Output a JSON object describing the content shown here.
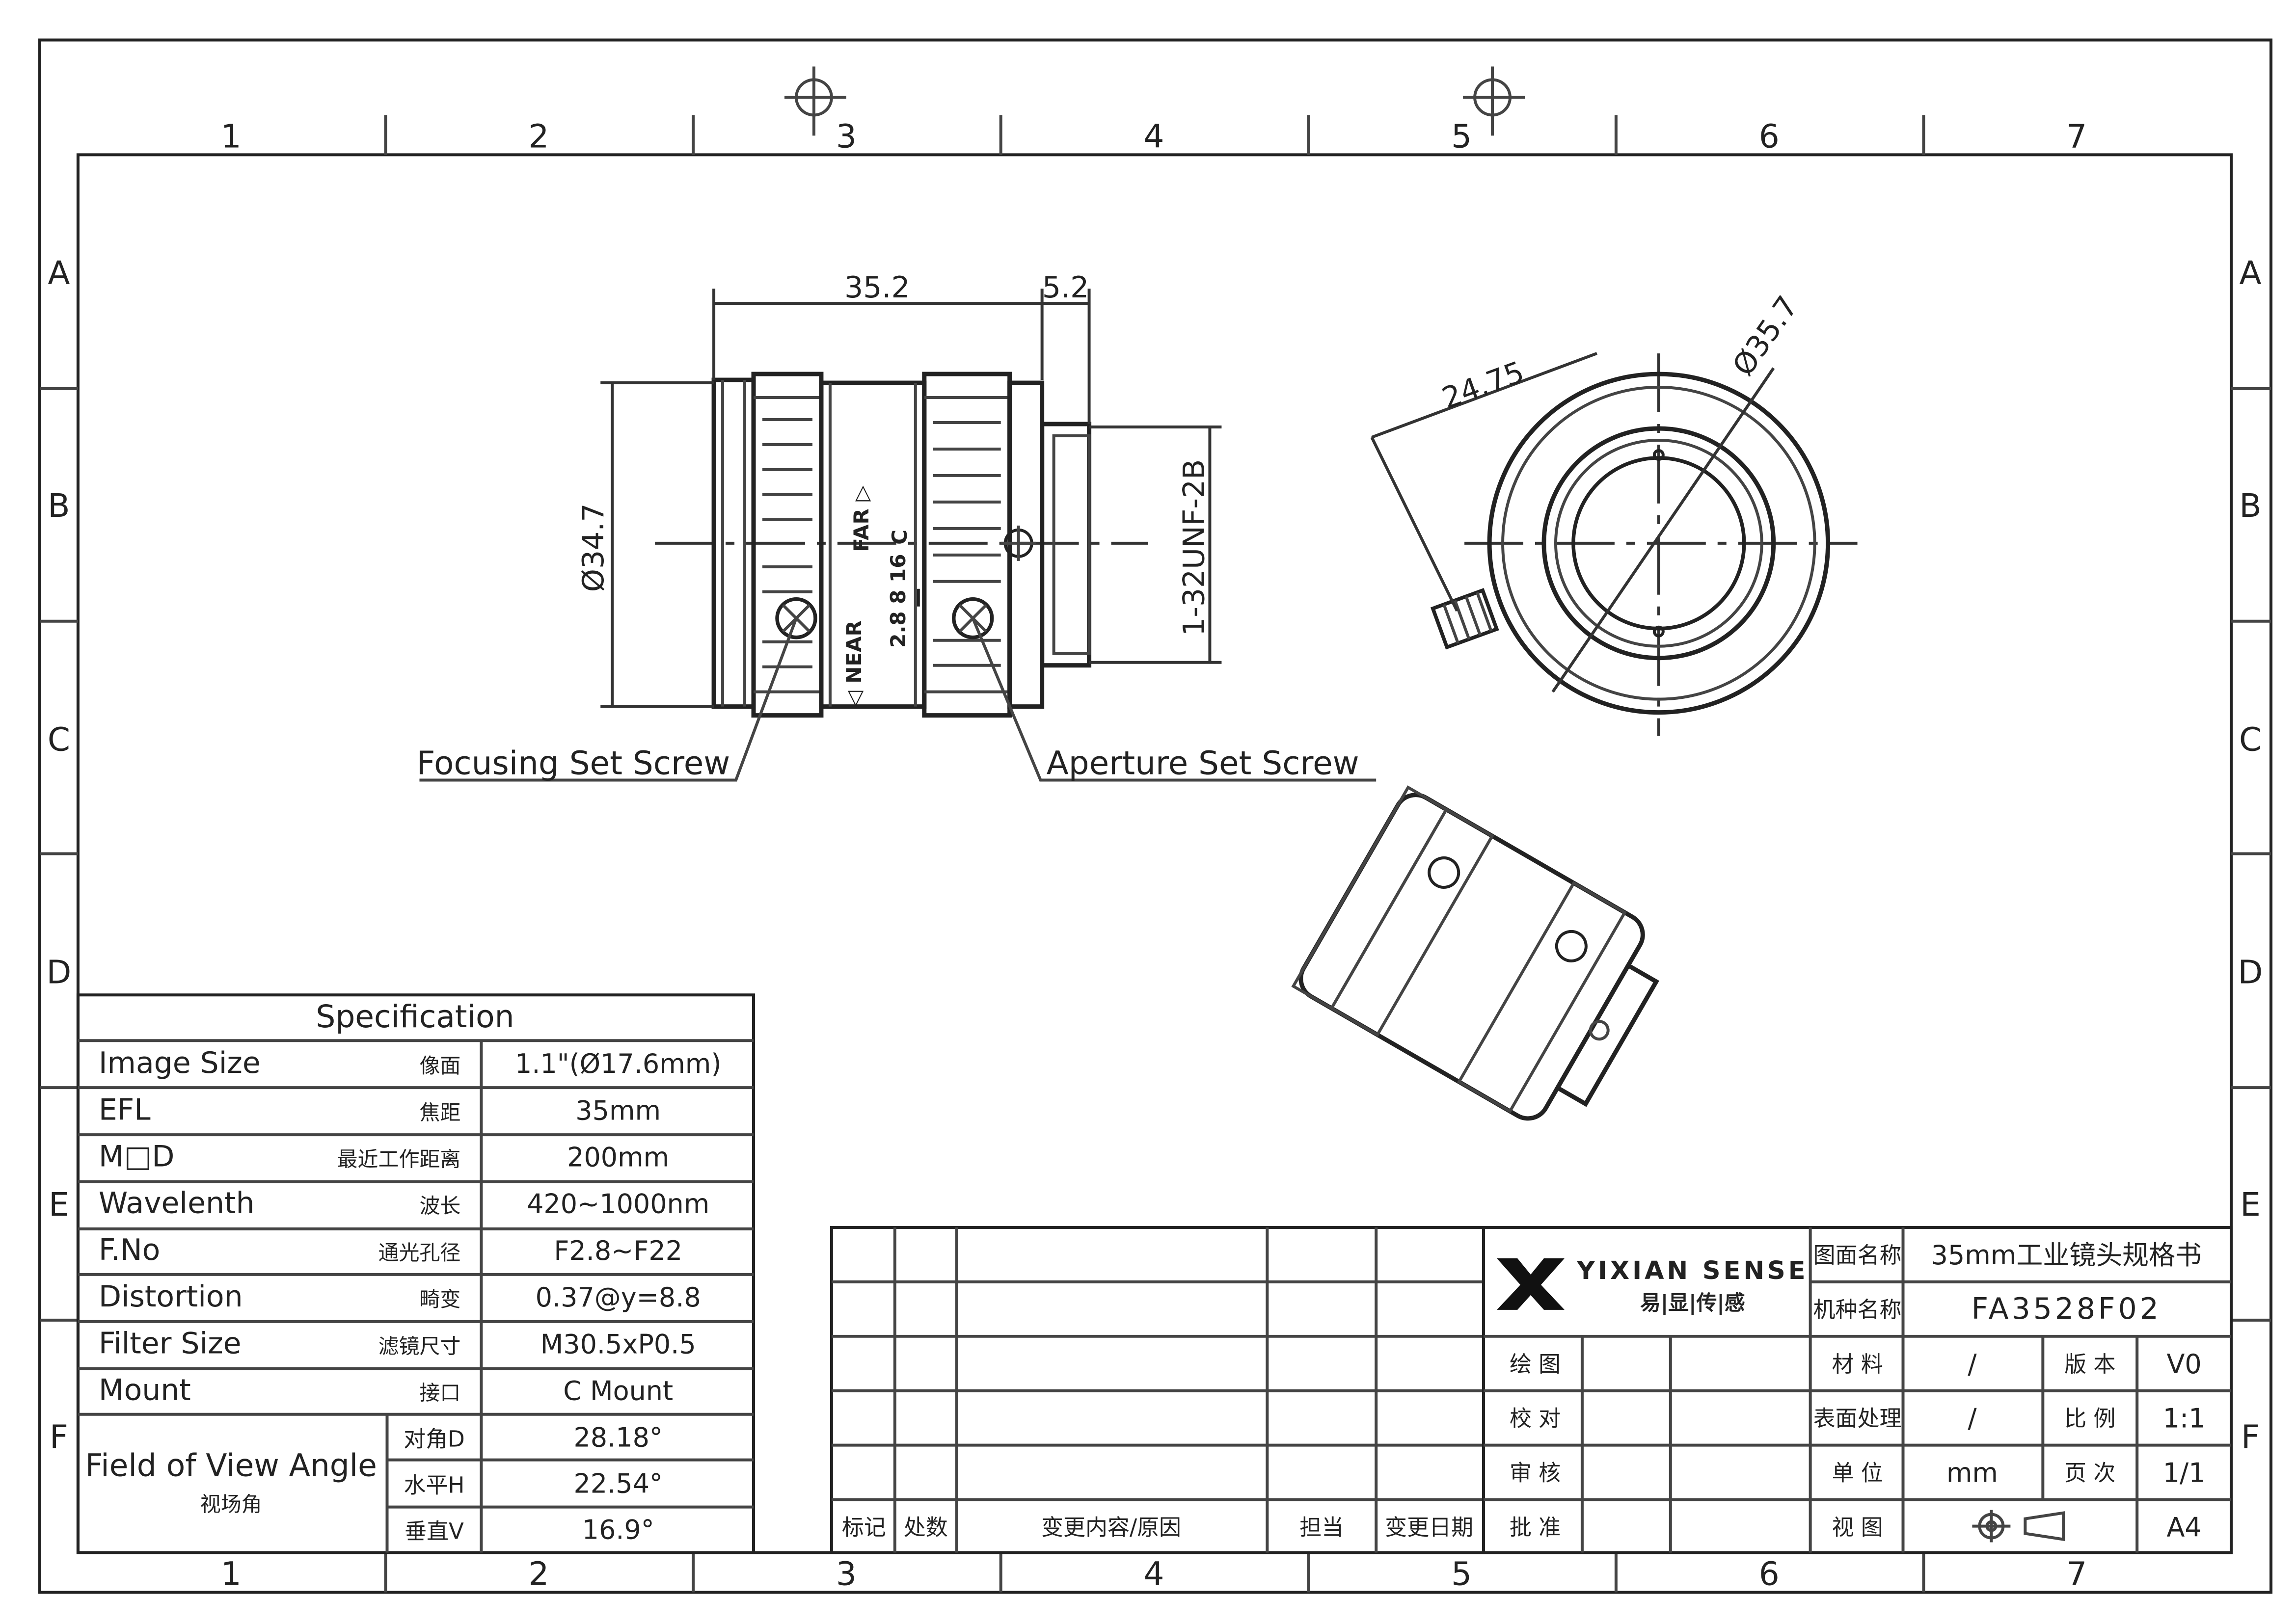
{
  "frame": {
    "columns": [
      "1",
      "2",
      "3",
      "4",
      "5",
      "6",
      "7"
    ],
    "rows": [
      "A",
      "B",
      "C",
      "D",
      "E",
      "F"
    ]
  },
  "dimensions": {
    "overall_length": "35.2",
    "flange": "5.2",
    "diameter": "Ø34.7",
    "thread": "1-32UNF-2B",
    "radius_offset": "24.75",
    "front_diameter": "Ø35.7"
  },
  "callouts": {
    "focusing_screw": "Focusing Set Screw",
    "aperture_screw": "Aperture Set Screw"
  },
  "lens_marks": {
    "far": "FAR ▷",
    "c": "C",
    "fnum": "2.8 8 16",
    "near": "◁ NEAR"
  },
  "spec": {
    "title": "Specification",
    "rows": [
      {
        "label": "Image Size",
        "cn": "像面",
        "value": "1.1\"(Ø17.6mm)"
      },
      {
        "label": "EFL",
        "cn": "焦距",
        "value": "35mm"
      },
      {
        "label": "M□D",
        "cn": "最近工作距离",
        "value": "200mm"
      },
      {
        "label": "Wavelenth",
        "cn": "波长",
        "value": "420~1000nm"
      },
      {
        "label": "F.No",
        "cn": "通光孔径",
        "value": "F2.8~F22"
      },
      {
        "label": "Distortion",
        "cn": "畸变",
        "value": "0.37@y=8.8"
      },
      {
        "label": "Filter Size",
        "cn": "滤镜尺寸",
        "value": "M30.5xP0.5"
      },
      {
        "label": "Mount",
        "cn": "接口",
        "value": "C Mount"
      }
    ],
    "fov_label": "Field of View Angle",
    "fov_cn": "视场角",
    "fov": [
      {
        "cn": "对角D",
        "value": "28.18°"
      },
      {
        "cn": "水平H",
        "value": "22.54°"
      },
      {
        "cn": "垂直V",
        "value": "16.9°"
      }
    ]
  },
  "revision": {
    "headers": [
      "标记",
      "处数",
      "变更内容/原因",
      "担当",
      "变更日期"
    ]
  },
  "brand": {
    "name": "YIXIAN SENSE",
    "cn": "易|显|传|感"
  },
  "approval": [
    "绘 图",
    "校 对",
    "审 核",
    "批 准"
  ],
  "title_block": {
    "drawing_name_label": "图面名称",
    "drawing_name": "35mm工业镜头规格书",
    "model_label": "机种名称",
    "model": "FA3528F02",
    "material_label": "材 料",
    "material": "/",
    "version_label": "版 本",
    "version": "V0",
    "surface_label": "表面处理",
    "surface": "/",
    "scale_label": "比 例",
    "scale": "1:1",
    "unit_label": "单 位",
    "unit": "mm",
    "page_label": "页 次",
    "page": "1/1",
    "view_label": "视 图",
    "paper": "A4"
  }
}
